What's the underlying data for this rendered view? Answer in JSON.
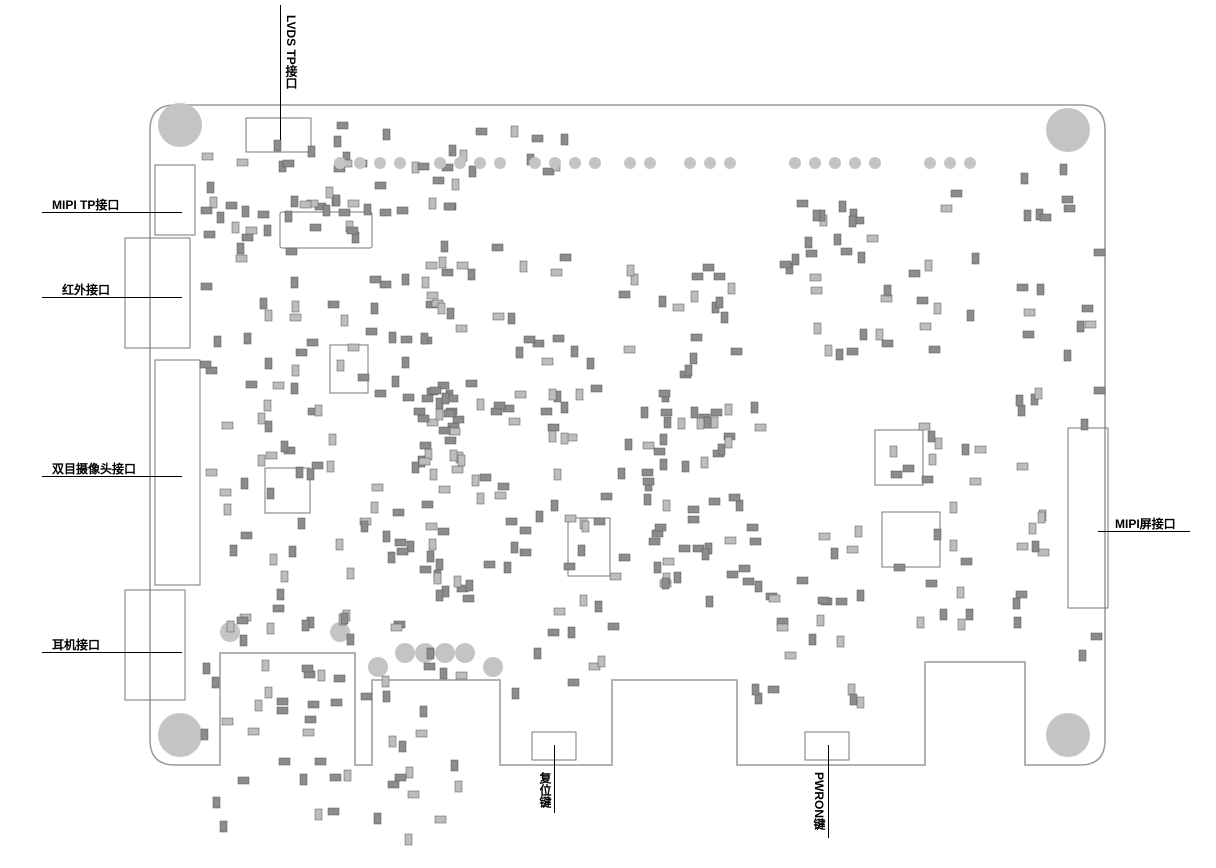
{
  "labels": {
    "lvds_tp": "LVDS TP接口",
    "mipi_tp": "MIPI TP接口",
    "infrared": "红外接口",
    "dual_camera": "双目摄像头接口",
    "headphone": "耳机接口",
    "mipi_screen": "MIPI屏接口",
    "reset_key": "复位键",
    "pwron_key": "PWRON键"
  },
  "colors": {
    "outline": "#999999",
    "pad": "#bdbdbd",
    "pad_dark": "#8c8c8c",
    "hole": "#c4c4c4"
  }
}
